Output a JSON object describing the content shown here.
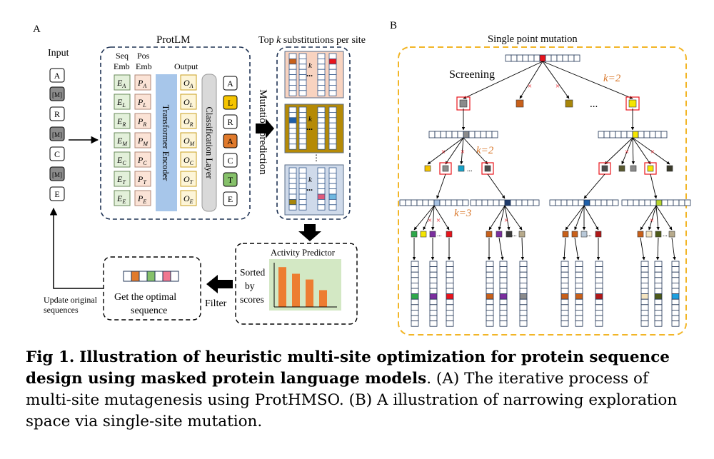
{
  "panel_a": {
    "label": "A",
    "input_title": "Input",
    "input_tokens": [
      "A",
      "[M]",
      "R",
      "[M]",
      "C",
      "[M]",
      "E"
    ],
    "protlm_title": "ProtLM",
    "seq_emb_label": [
      "Seq",
      "Emb"
    ],
    "pos_emb_label": [
      "Pos",
      "Emb"
    ],
    "output_label": "Output",
    "seq_emb": [
      {
        "b": "E",
        "s": "A"
      },
      {
        "b": "E",
        "s": "L"
      },
      {
        "b": "E",
        "s": "R"
      },
      {
        "b": "E",
        "s": "M"
      },
      {
        "b": "E",
        "s": "C"
      },
      {
        "b": "E",
        "s": "T"
      },
      {
        "b": "E",
        "s": "E"
      }
    ],
    "pos_emb": [
      {
        "b": "P",
        "s": "A"
      },
      {
        "b": "P",
        "s": "L"
      },
      {
        "b": "P",
        "s": "R"
      },
      {
        "b": "P",
        "s": "M"
      },
      {
        "b": "P",
        "s": "C"
      },
      {
        "b": "P",
        "s": "T"
      },
      {
        "b": "P",
        "s": "E"
      }
    ],
    "outputs": [
      {
        "b": "O",
        "s": "A"
      },
      {
        "b": "O",
        "s": "L"
      },
      {
        "b": "O",
        "s": "R"
      },
      {
        "b": "O",
        "s": "M"
      },
      {
        "b": "O",
        "s": "C"
      },
      {
        "b": "O",
        "s": "T"
      },
      {
        "b": "O",
        "s": "E"
      }
    ],
    "encoder_label": "Transformer Encoder",
    "classifier_label": "Classification Layer",
    "predicted_tokens": [
      "A",
      "L",
      "R",
      "A",
      "C",
      "T",
      "E"
    ],
    "top_k_title": "Top k substitutions per site",
    "top_k_title_parts": [
      "Top ",
      "k",
      " substitutions per site"
    ],
    "k": "k",
    "mutation_label": "Mutation prediction",
    "activity_title": "Activity Predictor",
    "sorted_label": [
      "Sorted",
      "by",
      "scores"
    ],
    "filter_label": "Filter",
    "optimal_label": [
      "Get the optimal",
      "sequence"
    ],
    "update_label": [
      "Update original",
      "sequences"
    ],
    "activity_scores": [
      0.9,
      0.75,
      0.62,
      0.38
    ]
  },
  "panel_b": {
    "label": "B",
    "title": "Single point mutation",
    "screening_label": "Screening",
    "k_labels": [
      "k=2",
      "k=2",
      "k=3"
    ],
    "ellipsis": "..."
  },
  "caption": {
    "label": "Fig 1.",
    "title": "Illustration of heuristic multi-site optimization for protein sequence design using masked protein language models",
    "body": ". (A) The iterative process of multi-site mutagenesis using ProtHMSO. (B) A illustration of narrowing exploration space via single-site mutation."
  },
  "colors": {
    "red": "#e8141c",
    "grey": "#8b8b8b",
    "orange": "#c8601a",
    "olive": "#a8860a",
    "yellow": "#f5e600",
    "dark_grey": "#4b4b4b",
    "blue": "#1f5fa8",
    "teal": "#17a2c8",
    "green": "#2ea84a",
    "purple": "#7b2e9e",
    "dark_olive": "#4e5a1a",
    "yellow_green": "#b9d42a",
    "tan": "#b7aa8c",
    "light_blue": "#a8c2e2",
    "dark_red": "#b01818",
    "cream": "#f4e4c0",
    "sky": "#1ea0e0",
    "panel_yellow": "#f2b526"
  }
}
